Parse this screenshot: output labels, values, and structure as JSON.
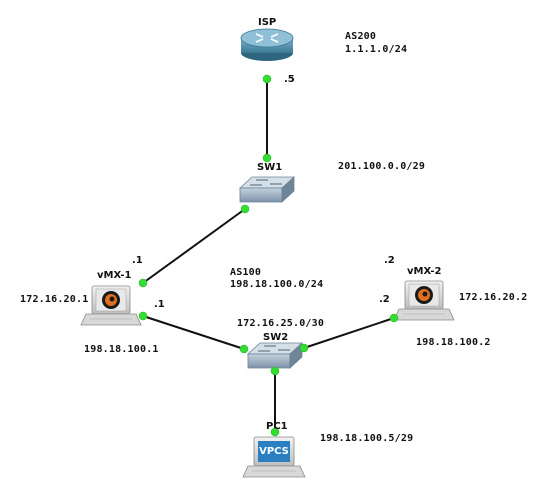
{
  "nodes": {
    "isp": {
      "label": "ISP"
    },
    "sw1": {
      "label": "SW1"
    },
    "sw2": {
      "label": "SW2"
    },
    "vmx1": {
      "label": "vMX-1"
    },
    "vmx2": {
      "label": "vMX-2"
    },
    "pc1": {
      "label": "PC1",
      "screen_text": "VPCS"
    }
  },
  "annotations": {
    "as200": "AS200",
    "as200_net": "1.1.1.0/24",
    "isp_if": ".5",
    "net_201": "201.100.0.0/29",
    "vmx1_up_if": ".1",
    "as100": "AS100",
    "as100_net": "198.18.100.0/24",
    "vmx2_up_if": ".2",
    "vmx1_loop": "172.16.20.1",
    "vmx1_sw2_if": ".1",
    "vmx2_sw2_if": ".2",
    "vmx2_loop": "172.16.20.2",
    "net_172_25": "172.16.25.0/30",
    "vmx1_addr": "198.18.100.1",
    "vmx2_addr": "198.18.100.2",
    "pc1_addr": "198.18.100.5/29"
  },
  "colors": {
    "link": "#111111",
    "endpoint": "#33dd33",
    "router": "#4a8aa8",
    "switch": "#8aa0b3",
    "vpcs_screen": "#2a7fc0"
  }
}
